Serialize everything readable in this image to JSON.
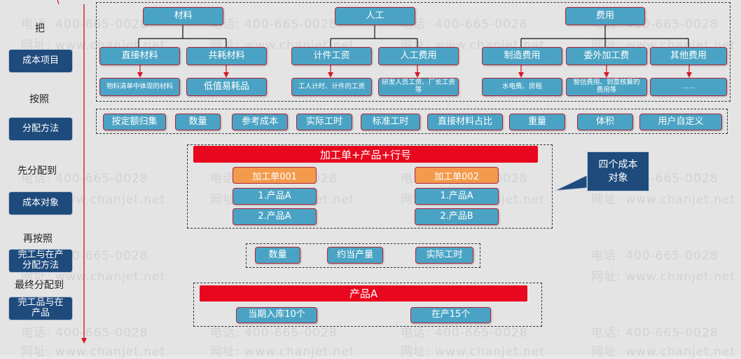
{
  "watermark": {
    "phone": "电话: 400-665-0028",
    "site": "网址: www.chanjet.net"
  },
  "left_flow": {
    "ba": "把",
    "cost_items": "成本项目",
    "anzhao": "按照",
    "alloc_method": "分配方法",
    "first_alloc": "先分配到",
    "cost_object": "成本对象",
    "zai_anzhao": "再按照",
    "wip_method": "完工与在产分配方法",
    "final_alloc": "最终分配到",
    "finished_wip": "完工品与在产品"
  },
  "cost_items": {
    "materials": {
      "title": "材料",
      "direct": "直接材料",
      "direct_desc": "物料清单中体现的材料",
      "common": "共耗材料",
      "common_desc": "低值易耗品"
    },
    "labor": {
      "title": "人工",
      "piece": "计件工资",
      "piece_desc": "工人计时、计件的工资",
      "labor_cost": "人工费用",
      "labor_cost_desc": "研发人员工资、厂长工资等"
    },
    "expenses": {
      "title": "费用",
      "manufacturing": "制造费用",
      "manufacturing_desc": "水电费、房租",
      "outsourcing": "委外加工费",
      "outsourcing_desc": "暂估费用、到票核算的费用等",
      "other": "其他费用",
      "other_desc": "……"
    }
  },
  "alloc_methods": [
    "按定额归集",
    "数量",
    "参考成本",
    "实际工时",
    "标准工时",
    "直接材料占比",
    "重量",
    "体积",
    "用户自定义"
  ],
  "cost_object": {
    "header": "加工单+产品+行号",
    "order1": "加工单001",
    "order1_items": [
      "1.产品A",
      "2.产品A"
    ],
    "order2": "加工单002",
    "order2_items": [
      "1.产品A",
      "2.产品B"
    ],
    "callout": "四个成本对象"
  },
  "wip_methods": [
    "数量",
    "约当产量",
    "实际工时"
  ],
  "product": {
    "header": "产品A",
    "stored": "当期入库10个",
    "wip": "在产15个"
  },
  "colors": {
    "box_fill": "#4aa3c4",
    "box_border": "#b0243a",
    "navy": "#1f4b7c",
    "red_bar": "#e8071e",
    "orange": "#f39a4c",
    "arrow": "#d41a2a"
  }
}
